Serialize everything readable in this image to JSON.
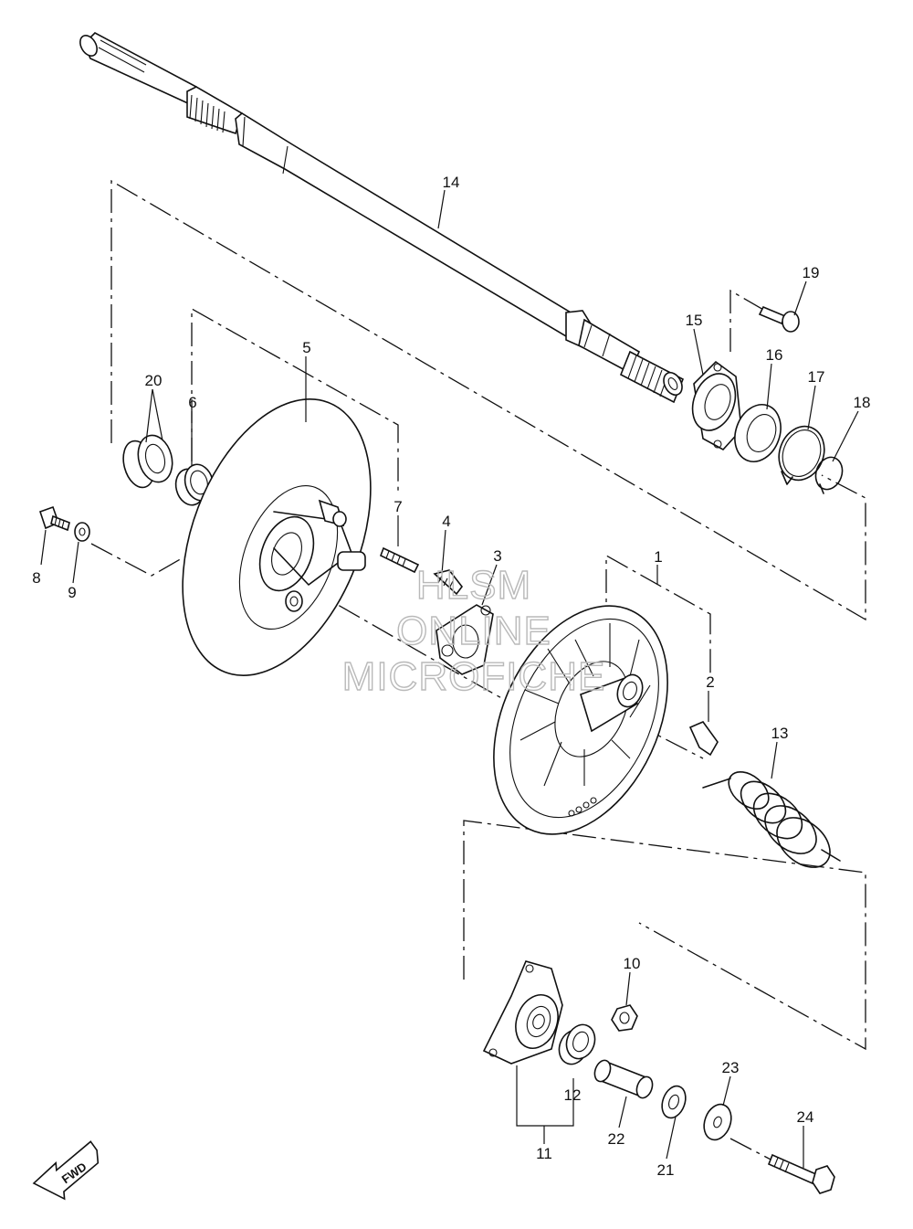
{
  "callouts": {
    "c1": "1",
    "c2": "2",
    "c3": "3",
    "c4": "4",
    "c5": "5",
    "c6": "6",
    "c7": "7",
    "c8": "8",
    "c9": "9",
    "c10": "10",
    "c11": "11",
    "c12": "12",
    "c13": "13",
    "c14": "14",
    "c15": "15",
    "c16": "16",
    "c17": "17",
    "c18": "18",
    "c19": "19",
    "c20": "20",
    "c21": "21",
    "c22": "22",
    "c23": "23",
    "c24": "24"
  },
  "watermark": {
    "line1": "HLSM",
    "line2": "ONLINE",
    "line3": "MICROFICHE"
  },
  "direction_badge": {
    "label": "FWD"
  }
}
